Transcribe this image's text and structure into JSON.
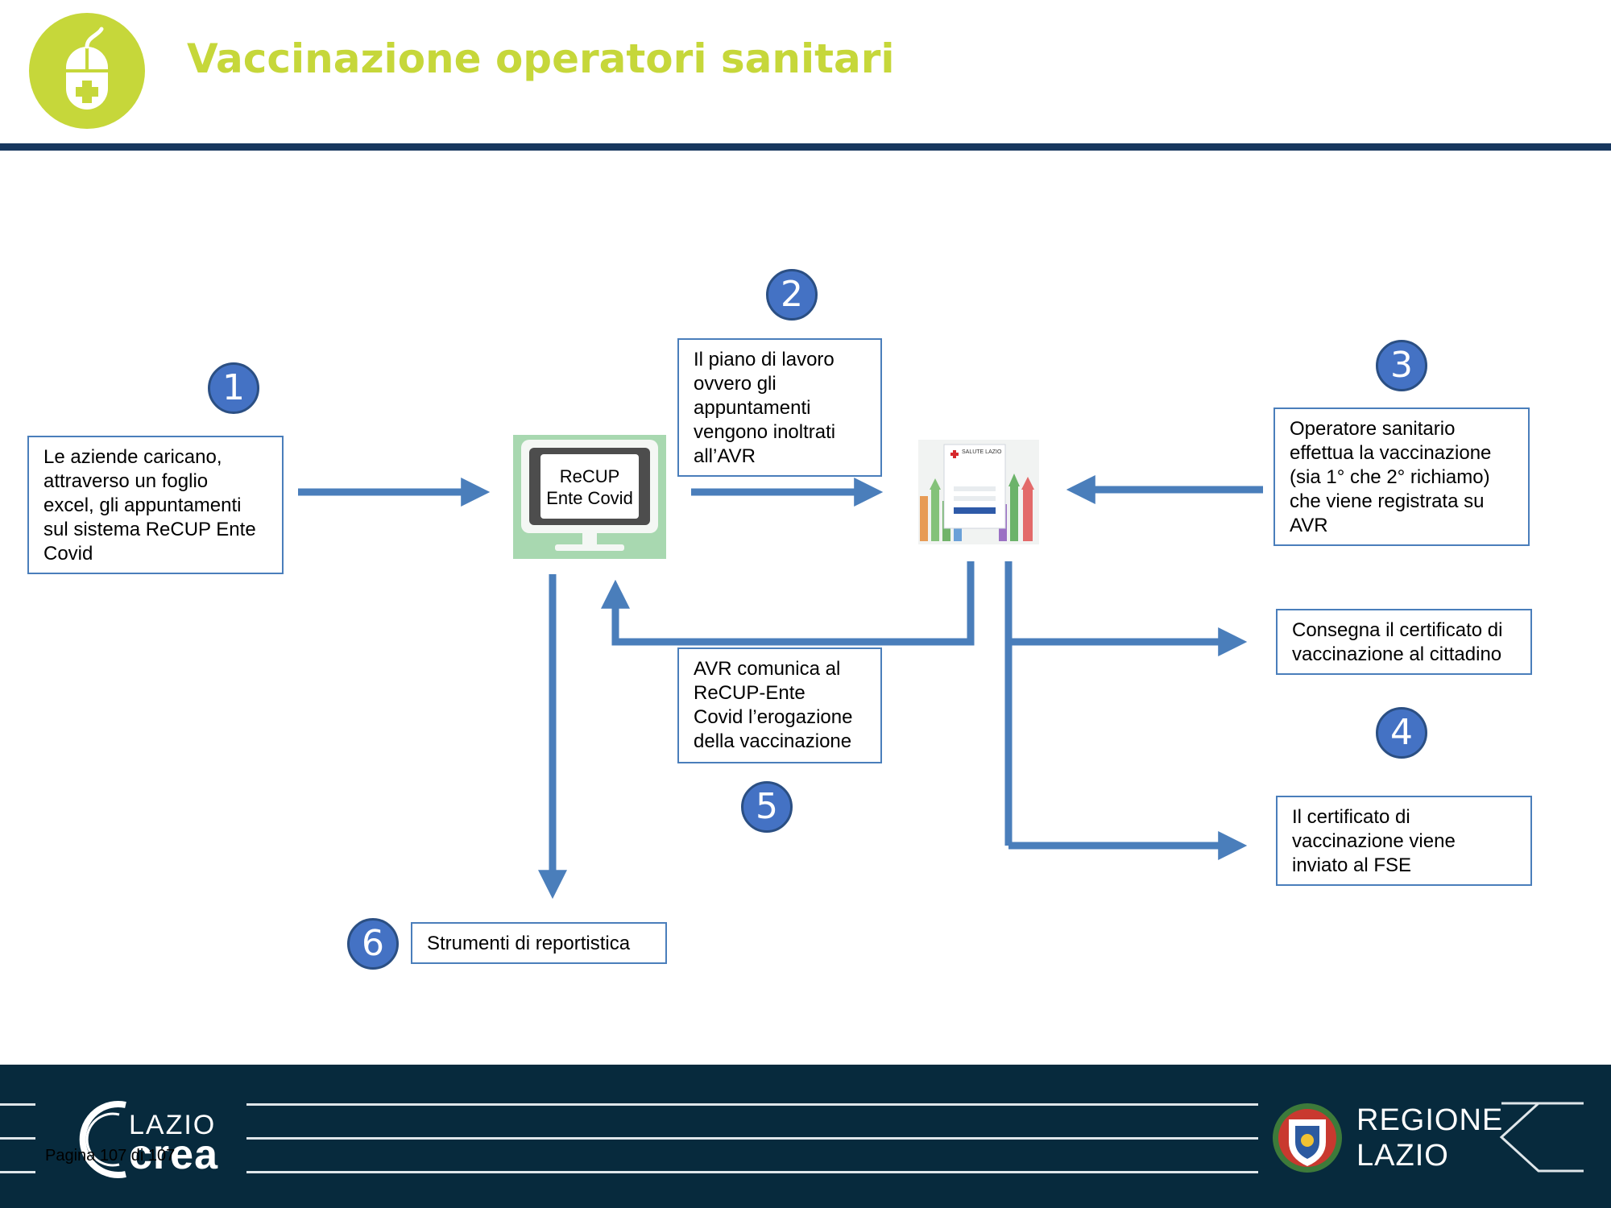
{
  "header": {
    "title": "Vaccinazione operatori sanitari",
    "icon": "mouse-plus-icon",
    "accent_color": "#c6d73a",
    "rule_color": "#17375e"
  },
  "diagram": {
    "steps": [
      {
        "number": "1",
        "lines": [
          "Le aziende caricano,",
          "attraverso un foglio",
          "excel, gli appuntamenti",
          "sul sistema ReCUP Ente",
          "Covid"
        ]
      },
      {
        "number": "2",
        "lines": [
          "Il piano di lavoro",
          "ovvero gli",
          "appuntamenti",
          "vengono inoltrati",
          "all’AVR"
        ]
      },
      {
        "number": "3",
        "lines": [
          "Operatore sanitario",
          "effettua la vaccinazione",
          "(sia 1° che 2° richiamo)",
          "che viene registrata su",
          "AVR"
        ]
      },
      {
        "number": "4",
        "lines_a": [
          "Consegna il certificato di",
          "vaccinazione al cittadino"
        ],
        "lines_b": [
          "Il certificato di",
          "vaccinazione viene",
          "inviato al FSE"
        ]
      },
      {
        "number": "5",
        "lines": [
          "AVR comunica al",
          "ReCUP-Ente",
          "Covid l’erogazione",
          "della vaccinazione"
        ]
      },
      {
        "number": "6",
        "lines": [
          "Strumenti di reportistica"
        ]
      }
    ],
    "recup_screen": {
      "line1": "ReCUP",
      "line2": "Ente Covid",
      "icon": "monitor-icon"
    },
    "avr_thumbnail": {
      "caption": "SALUTE LAZIO",
      "icon": "avr-app-screenshot"
    },
    "arrow_color": "#4a7ebb",
    "badge_color": "#4472c4"
  },
  "footer": {
    "left_logo_top": "LAZIO",
    "left_logo_bottom": "crea",
    "page_number": "Pagina 107 di 107",
    "right_logo_top": "REGIONE",
    "right_logo_bottom": "LAZIO",
    "background_color": "#072a3d"
  }
}
